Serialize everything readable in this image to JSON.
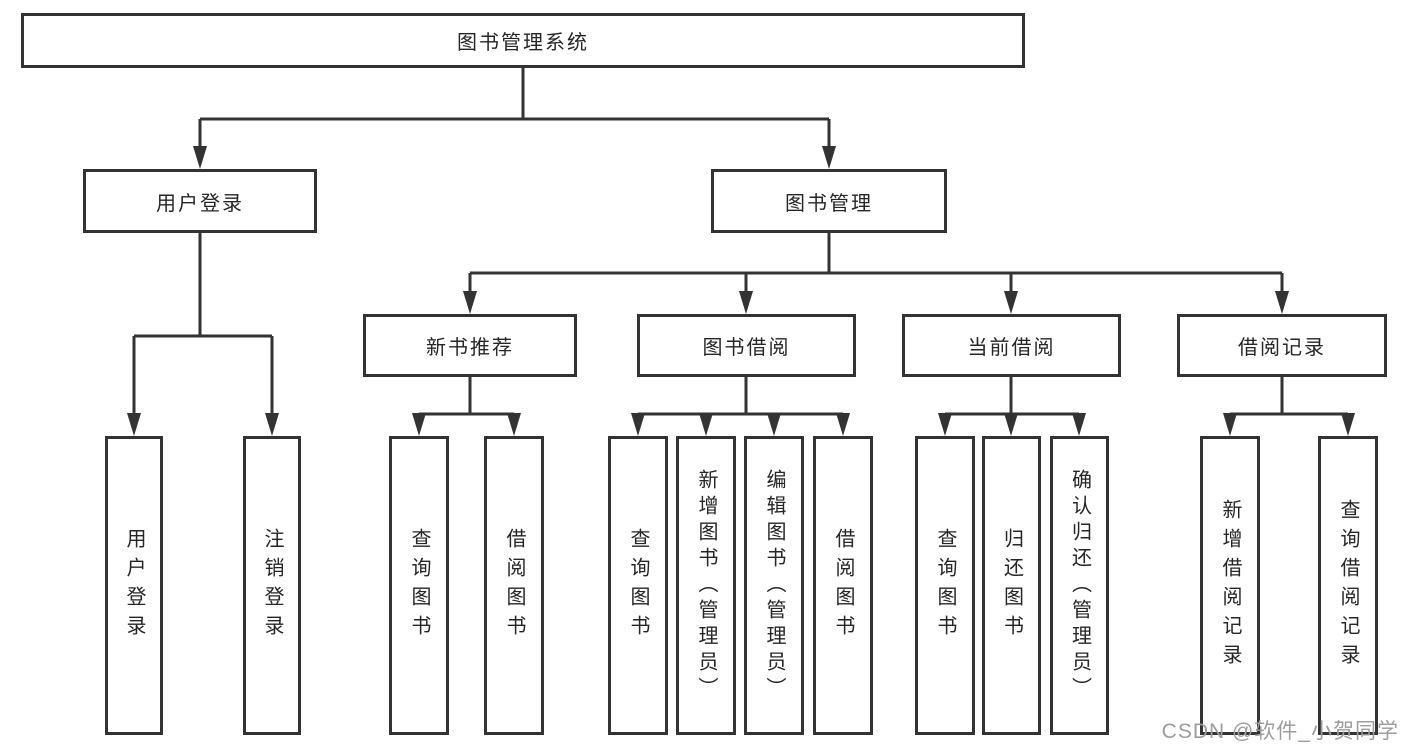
{
  "tree": {
    "root": "图书管理系统",
    "children": [
      {
        "label": "用户登录",
        "children": [
          "用户登录",
          "注销登录"
        ]
      },
      {
        "label": "图书管理",
        "children": [
          {
            "label": "新书推荐",
            "children": [
              "查询图书",
              "借阅图书"
            ]
          },
          {
            "label": "图书借阅",
            "children": [
              "查询图书",
              "新增图书（管理员）",
              "编辑图书（管理员）",
              "借阅图书"
            ]
          },
          {
            "label": "当前借阅",
            "children": [
              "查询图书",
              "归还图书",
              "确认归还（管理员）"
            ]
          },
          {
            "label": "借阅记录",
            "children": [
              "新增借阅记录",
              "查询借阅记录"
            ]
          }
        ]
      }
    ]
  },
  "watermark": {
    "text": "CSDN @软件_小贺同学"
  },
  "colors": {
    "line": "#333333",
    "box_border": "#333333",
    "text": "#262626",
    "watermark": "#9d9d9d",
    "background": "#ffffff"
  }
}
